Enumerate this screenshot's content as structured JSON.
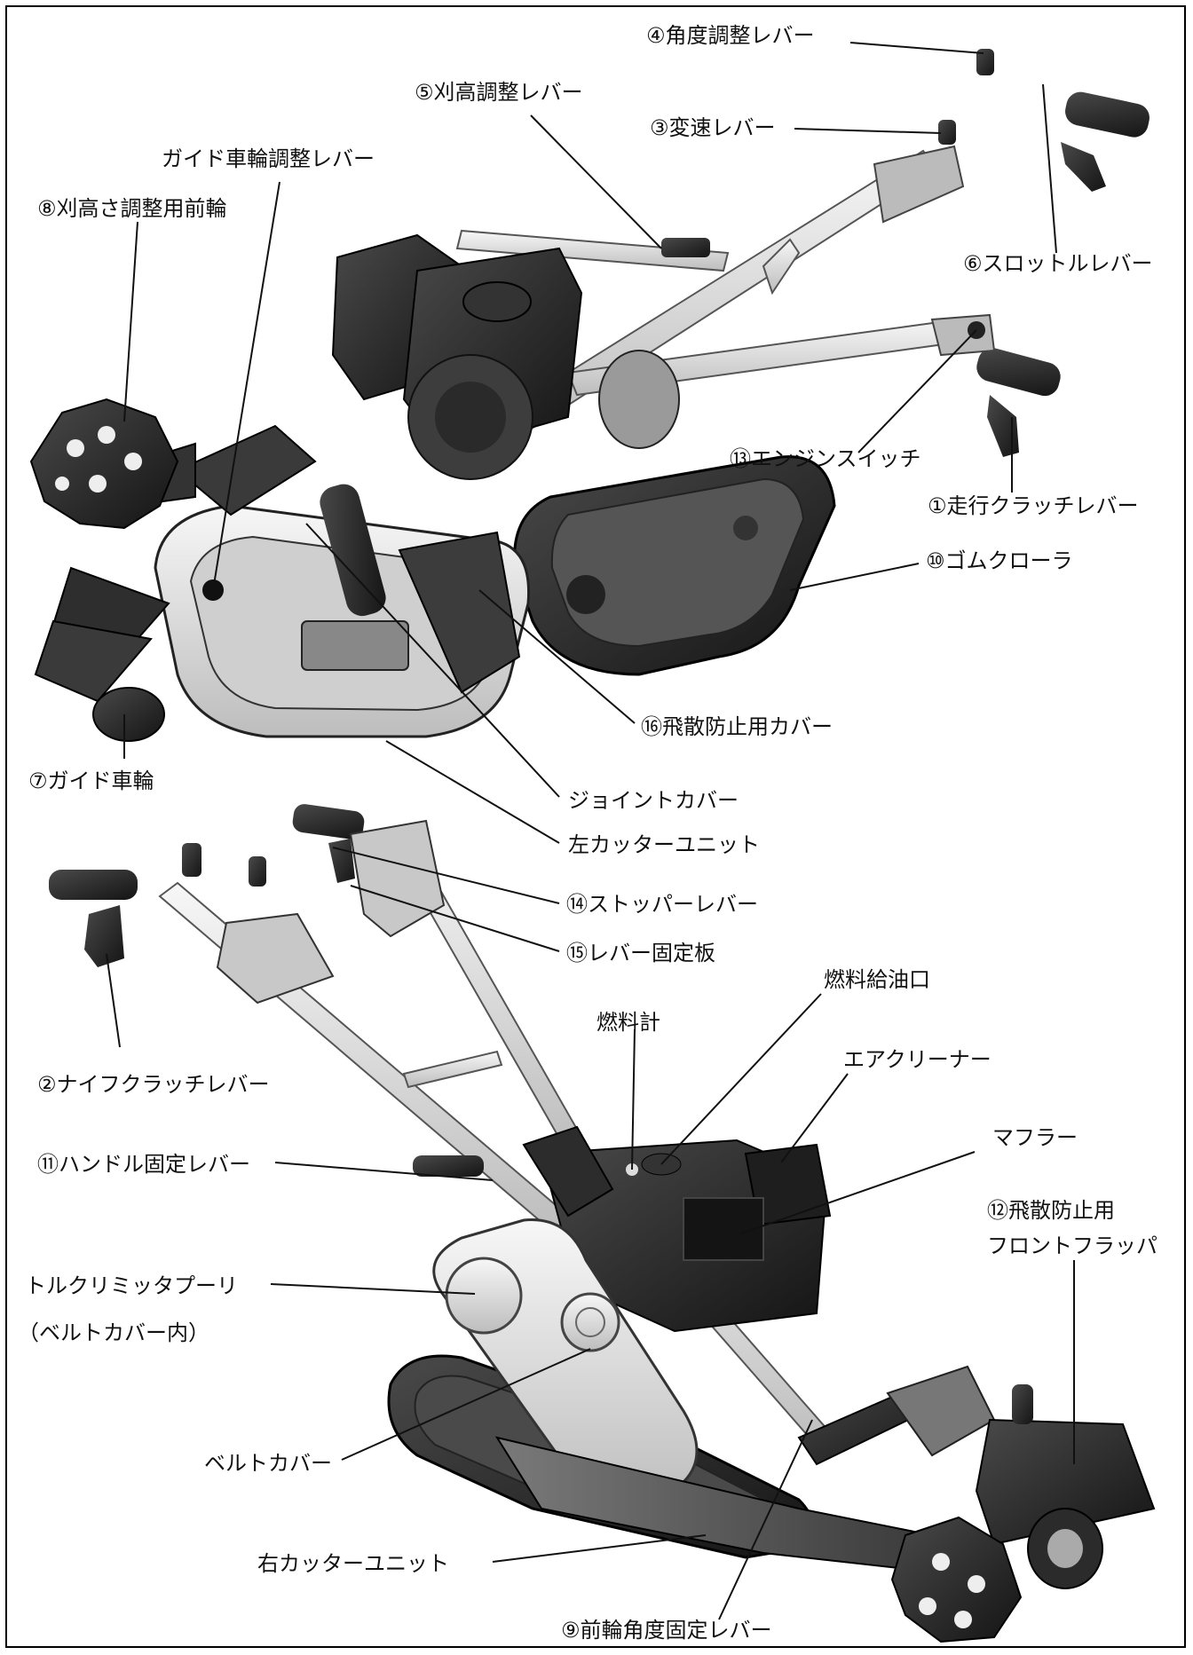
{
  "labels": {
    "angle_lever": "④角度調整レバー",
    "height_lever": "⑤刈高調整レバー",
    "shift_lever": "③変速レバー",
    "guide_wheel_adjust_lever": "ガイド車輪調整レバー",
    "front_wheel": "⑧刈高さ調整用前輪",
    "throttle_lever": "⑥スロットルレバー",
    "engine_switch": "⑬エンジンスイッチ",
    "travel_clutch_lever": "①走行クラッチレバー",
    "rubber_crawler": "⑩ゴムクローラ",
    "scatter_cover": "⑯飛散防止用カバー",
    "guide_wheel": "⑦ガイド車輪",
    "joint_cover": "ジョイントカバー",
    "left_cutter_unit": "左カッターユニット",
    "stopper_lever": "⑭ストッパーレバー",
    "lever_plate": "⑮レバー固定板",
    "fuel_filler": "燃料給油口",
    "fuel_gauge": "燃料計",
    "air_cleaner": "エアクリーナー",
    "knife_clutch_lever": "②ナイフクラッチレバー",
    "muffler": "マフラー",
    "handle_lock_lever": "⑪ハンドル固定レバー",
    "front_flap_line1": "⑫飛散防止用",
    "front_flap_line2": "フロントフラッパ",
    "torque_limiter": "トルクリミッタプーリ",
    "torque_limiter_note": "（ベルトカバー内）",
    "belt_cover": "ベルトカバー",
    "right_cutter_unit": "右カッターユニット",
    "front_wheel_angle_lever": "⑨前輪角度固定レバー"
  },
  "colors": {
    "ink": "#111111",
    "body_dark": "#2b2b2b",
    "body_mid": "#5a5a5a",
    "body_light": "#d9d9d9",
    "tube": "#eeeeee"
  }
}
